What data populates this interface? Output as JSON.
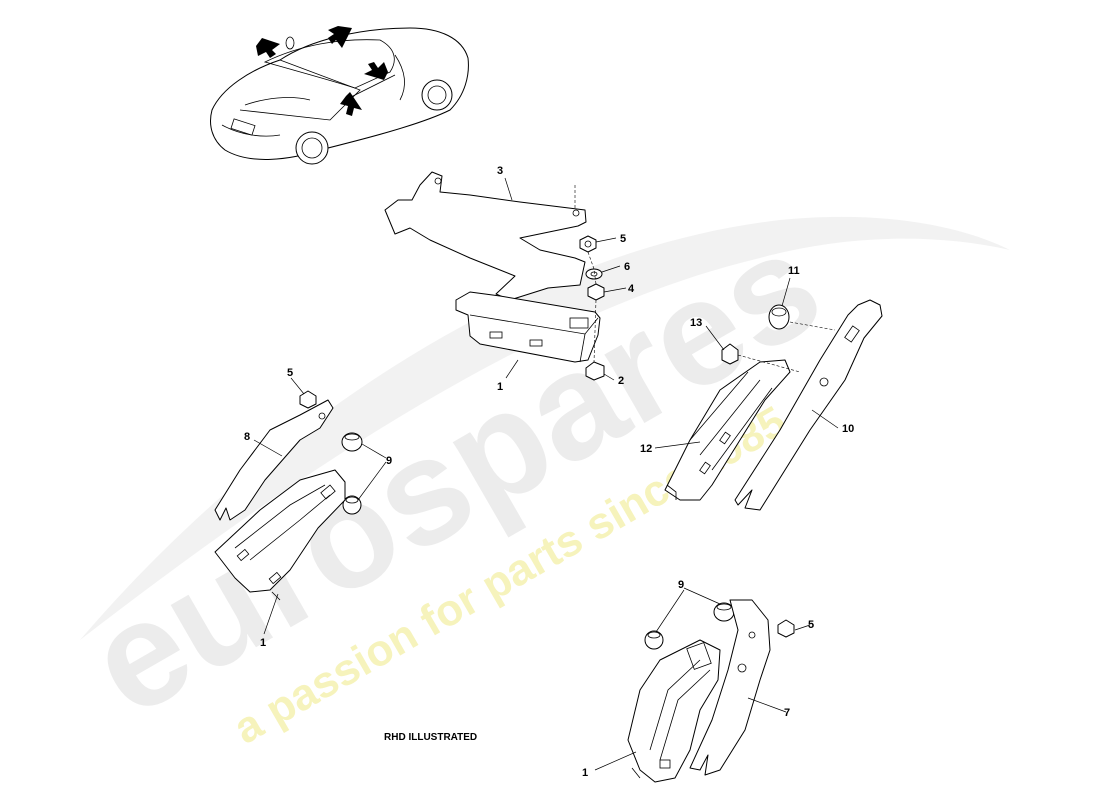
{
  "diagram": {
    "note": "RHD ILLUSTRATED",
    "callouts": {
      "c3": "3",
      "c5a": "5",
      "c6": "6",
      "c4": "4",
      "c2": "2",
      "c1a": "1",
      "c11": "11",
      "c13": "13",
      "c10": "10",
      "c12": "12",
      "c5b": "5",
      "c8": "8",
      "c9a": "9",
      "c1b": "1",
      "c9b": "9",
      "c5c": "5",
      "c7": "7",
      "c1c": "1"
    }
  },
  "watermark": {
    "brand": "eurospares",
    "tagline": "a passion for parts since 1985",
    "colors": {
      "brand": "#e6e6e6",
      "tagline": "#f4f1b0"
    }
  },
  "colors": {
    "line": "#000000",
    "background": "#ffffff"
  }
}
